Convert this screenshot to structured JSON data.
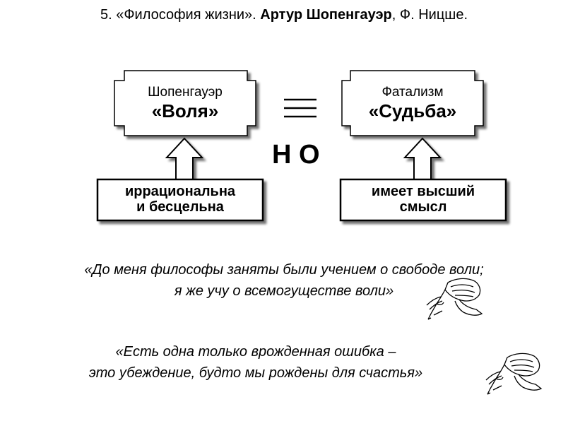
{
  "title": {
    "prefix": "5. «Философия жизни». ",
    "author_bold": "Артур Шопенгауэр",
    "suffix": ", Ф. Ницше."
  },
  "left_box": {
    "subtitle": "Шопенгауэр",
    "main": "«Воля»"
  },
  "right_box": {
    "subtitle": "Фатализм",
    "main": "«Судьба»"
  },
  "left_label": {
    "line1": "иррациональна",
    "line2": "и бесцельна"
  },
  "right_label": {
    "line1": "имеет высший",
    "line2": "смысл"
  },
  "connector": {
    "text": "Н О"
  },
  "quote1": {
    "line1": "«До меня философы заняты были учением о свободе воли;",
    "line2": "я же учу о всемогуществе воли»"
  },
  "quote2": {
    "line1": "«Есть одна только врожденная ошибка –",
    "line2": "это убеждение, будто мы рождены для счастья»"
  }
}
